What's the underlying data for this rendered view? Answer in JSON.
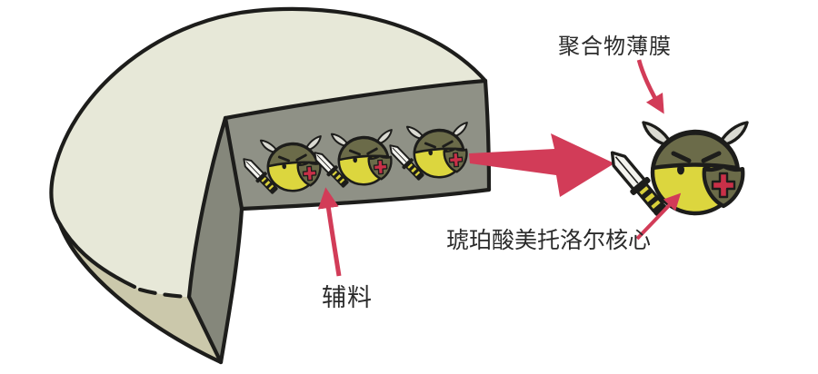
{
  "title": "Sustained-release tablet cutaway cartoon",
  "labels": {
    "film": "聚合物薄膜",
    "core": "琥珀酸美托洛尔核心",
    "excipient": "辅料"
  },
  "colors": {
    "background": "#ffffff",
    "top_surface": "#e7e8d8",
    "rim": "#cbc8ab",
    "left_cut_face": "#85877b",
    "front_cut_face": "#8f9186",
    "outline": "#1d1d1b",
    "warrior_face": "#dcd63e",
    "helmet": "#6b6b49",
    "horn": "#dadad2",
    "shield": "#6b6b49",
    "shield_cross": "#c93048",
    "sword_blade": "#f3f3ee",
    "sword_grip": "#d8cf3a",
    "arrow": "#d23c58",
    "label_text": "#2b2b2b"
  }
}
